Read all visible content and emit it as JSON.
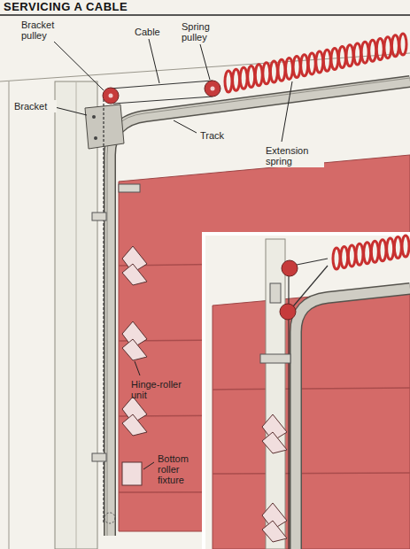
{
  "diagram": {
    "title": "SERVICING A CABLE",
    "labels": [
      "Bracket pulley",
      "Cable",
      "Spring pulley",
      "Bracket",
      "Extension spring",
      "Track",
      "Hinge-roller unit",
      "Bottom roller fixture"
    ]
  }
}
